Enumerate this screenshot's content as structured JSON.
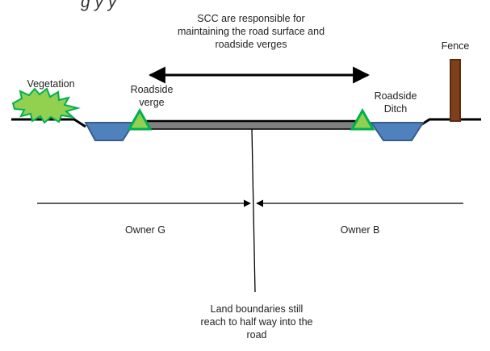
{
  "header_fragment": "g      y       y",
  "scc_note": "SCC are responsible for maintaining the road surface and roadside verges",
  "labels": {
    "vegetation": "Vegetation",
    "roadside_verge": "Roadside verge",
    "roadside_ditch": "Roadside Ditch",
    "fence": "Fence",
    "owner_g": "Owner G",
    "owner_b": "Owner B",
    "boundary_note": "Land boundaries still reach to half way into the road"
  },
  "colors": {
    "ditch_fill": "#4f81bd",
    "ditch_stroke": "#385d8a",
    "verge_fill": "#92d050",
    "verge_stroke": "#00b050",
    "vegetation_fill": "#92d050",
    "vegetation_stroke": "#00b050",
    "road_fill": "#808080",
    "fence_fill": "#7f3f1a",
    "fence_stroke": "#5a2c10",
    "line": "#000000"
  }
}
